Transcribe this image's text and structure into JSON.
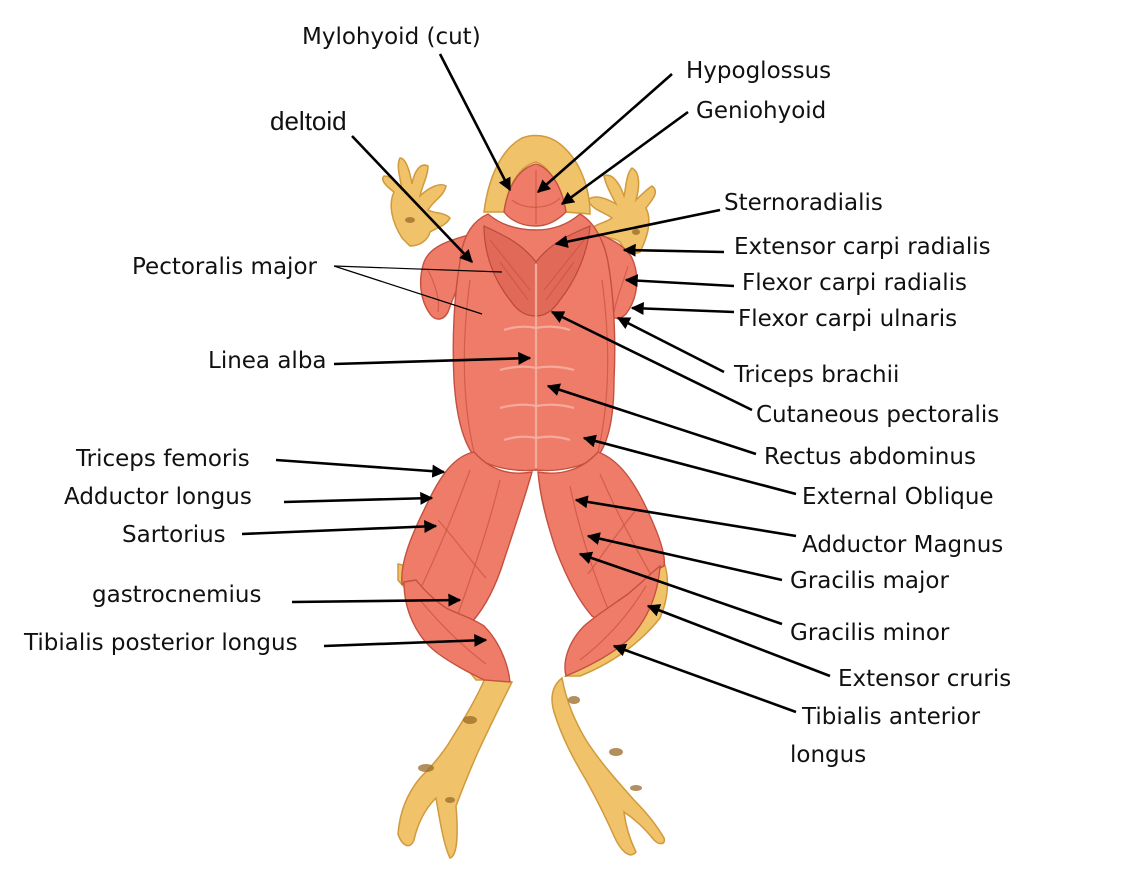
{
  "colors": {
    "skin": "#f0c26a",
    "muscle": "#ee7c68",
    "leader": "#000000"
  },
  "labels": {
    "mylohyoid": "Mylohyoid (cut)",
    "hypoglossus": "Hypoglossus",
    "geniohyoid": "Geniohyoid",
    "deltoid": "deltoid",
    "sternoradialis": "Sternoradialis",
    "extensor_carpi_radialis": "Extensor carpi radialis",
    "flexor_carpi_radialis": "Flexor carpi radialis",
    "flexor_carpi_ulnaris": "Flexor carpi ulnaris",
    "pectoralis_major": "Pectoralis major",
    "triceps_brachii": "Triceps brachii",
    "linea_alba": "Linea alba",
    "cutaneous_pectoralis": "Cutaneous pectoralis",
    "rectus_abdominus": "Rectus abdominus",
    "triceps_femoris": "Triceps femoris",
    "external_oblique": "External Oblique",
    "adductor_longus": "Adductor longus",
    "sartorius": "Sartorius",
    "adductor_magnus": "Adductor Magnus",
    "gracilis_major": "Gracilis major",
    "gastrocnemius": "gastrocnemius",
    "gracilis_minor": "Gracilis minor",
    "tibialis_posterior_longus": "Tibialis posterior longus",
    "extensor_cruris": "Extensor cruris",
    "tibialis_anterior_line1": "Tibialis anterior",
    "tibialis_anterior_line2": "longus"
  }
}
